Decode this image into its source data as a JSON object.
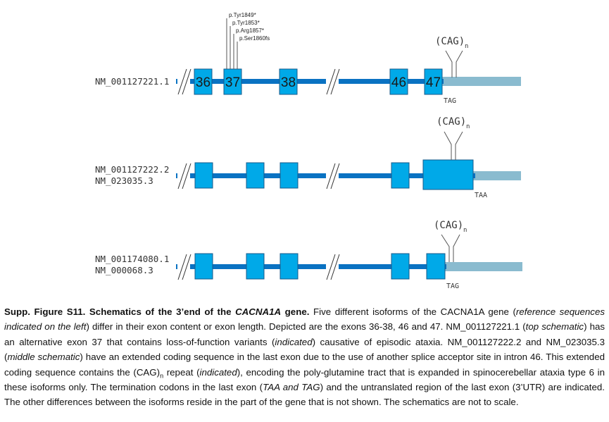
{
  "colors": {
    "exon_fill": "#00A9E8",
    "exon_stroke": "#1a5a8a",
    "backbone": "#0A72C2",
    "utr": "#8ABBCF",
    "line": "#555555"
  },
  "schematics": [
    {
      "id": "top",
      "isoforms": [
        "NM_001127221.1"
      ],
      "exons": [
        {
          "label": "36"
        },
        {
          "label": "37"
        },
        {
          "label": "38"
        },
        {
          "label": "46"
        },
        {
          "label": "47"
        }
      ],
      "stop_codon": "TAG",
      "cag_label": "(CAG)",
      "cag_sub": "n",
      "variants": [
        "p.Tyr1849*",
        "p.Tyr1853*",
        "p.Arg1857*",
        "p.Ser1860fs"
      ]
    },
    {
      "id": "middle",
      "isoforms": [
        "NM_001127222.2",
        "NM_023035.3"
      ],
      "exons": [
        {
          "label": ""
        },
        {
          "label": ""
        },
        {
          "label": ""
        },
        {
          "label": ""
        },
        {
          "label": ""
        }
      ],
      "stop_codon": "TAA",
      "cag_label": "(CAG)",
      "cag_sub": "n"
    },
    {
      "id": "bottom",
      "isoforms": [
        "NM_001174080.1",
        "NM_000068.3"
      ],
      "exons": [
        {
          "label": ""
        },
        {
          "label": ""
        },
        {
          "label": ""
        },
        {
          "label": ""
        },
        {
          "label": ""
        }
      ],
      "stop_codon": "TAG",
      "cag_label": "(CAG)",
      "cag_sub": "n"
    }
  ],
  "caption": {
    "title_a": "Supp. Figure S11. Schematics of the 3’end of the ",
    "title_gene": "CACNA1A",
    "title_b": " gene.",
    "p1": " Five different isoforms of the CACNA1A gene (",
    "p1_italic": "reference sequences indicated on the left",
    "p2": ") differ in their exon content or exon length. Depicted are the exons 36-38, 46 and 47. NM_001127221.1 (",
    "p2_italic": "top schematic",
    "p3": ") has an alternative exon 37 that contains loss-of-function variants (",
    "p3_italic": "indicated",
    "p4": ") causative of episodic ataxia. NM_001127222.2 and NM_023035.3 (",
    "p4_italic": "middle schematic",
    "p5": ") have an extended coding sequence in the last exon due to the use of another splice acceptor site in intron 46. This extended coding sequence contains the (CAG)",
    "p5_sub": "n",
    "p6": " repeat (",
    "p6_italic": "indicated",
    "p7": "), encoding the poly-glutamine tract that is expanded in spinocerebellar ataxia type 6 in these isoforms only. The termination codons in the last exon (",
    "p7_italic": "TAA and TAG",
    "p8": ") and the untranslated region of the last exon (3’UTR) are indicated. The other differences between the isoforms reside in the part of the gene that is not shown. The schematics are not to scale."
  }
}
